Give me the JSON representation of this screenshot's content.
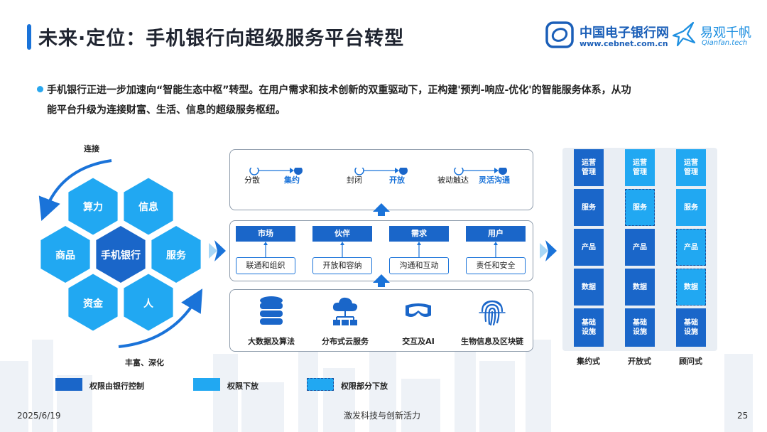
{
  "header": {
    "title": "未来·定位：手机银行向超级服务平台转型",
    "logo1_name": "中国电子银行网",
    "logo1_url": "www.cebnet.com.cn",
    "logo2_name": "易观千帆",
    "logo2_url": "Qianfan.tech"
  },
  "intro": {
    "line1": "手机银行正进一步加速向“智能生态中枢”转型。在用户需求和技术创新的双重驱动下，正构建'预判-响应-优化'的智能服务体系，从功",
    "line2": "能平台升级为连接财富、生活、信息的超级服务枢纽。"
  },
  "hexagons": {
    "center": "手机银行",
    "items": [
      "算力",
      "信息",
      "服务",
      "人",
      "资金",
      "商品"
    ],
    "top_label": "连接",
    "bottom_label": "丰富、深化"
  },
  "flows": [
    {
      "from": "分散",
      "to": "集约"
    },
    {
      "from": "封闭",
      "to": "开放"
    },
    {
      "from": "被动触达",
      "to": "灵活沟通"
    }
  ],
  "columns": [
    {
      "head": "市场",
      "sub": "联通和组织"
    },
    {
      "head": "伙伴",
      "sub": "开放和容纳"
    },
    {
      "head": "需求",
      "sub": "沟通和互动"
    },
    {
      "head": "用户",
      "sub": "责任和安全"
    }
  ],
  "tech": [
    {
      "label": "大数据及算法",
      "icon": "database-icon"
    },
    {
      "label": "分布式云服务",
      "icon": "cloud-network-icon"
    },
    {
      "label": "交互及AI",
      "icon": "vr-headset-icon"
    },
    {
      "label": "生物信息及区块链",
      "icon": "fingerprint-icon"
    }
  ],
  "stacks": [
    {
      "name": "集约式",
      "cells": [
        {
          "text": "运营管理",
          "type": "dark"
        },
        {
          "text": "服务",
          "type": "dark"
        },
        {
          "text": "产品",
          "type": "dark"
        },
        {
          "text": "数据",
          "type": "dark"
        },
        {
          "text": "基础设施",
          "type": "dark"
        }
      ]
    },
    {
      "name": "开放式",
      "cells": [
        {
          "text": "运营管理",
          "type": "light"
        },
        {
          "text": "服务",
          "type": "dashed"
        },
        {
          "text": "产品",
          "type": "dark"
        },
        {
          "text": "数据",
          "type": "dark"
        },
        {
          "text": "基础设施",
          "type": "dark"
        }
      ]
    },
    {
      "name": "顾问式",
      "cells": [
        {
          "text": "运营管理",
          "type": "light"
        },
        {
          "text": "服务",
          "type": "light"
        },
        {
          "text": "产品",
          "type": "dashed"
        },
        {
          "text": "数据",
          "type": "dashed"
        },
        {
          "text": "基础设施",
          "type": "dark"
        }
      ]
    }
  ],
  "legend": [
    {
      "label": "权限由银行控制",
      "type": "dark"
    },
    {
      "label": "权限下放",
      "type": "light"
    },
    {
      "label": "权限部分下放",
      "type": "dashed"
    }
  ],
  "colors": {
    "dark": "#1a66c9",
    "light": "#21a8f2",
    "accent": "#1a73d9"
  },
  "footer": {
    "date": "2025/6/19",
    "slogan": "激发科技与创新活力",
    "page": "25"
  }
}
